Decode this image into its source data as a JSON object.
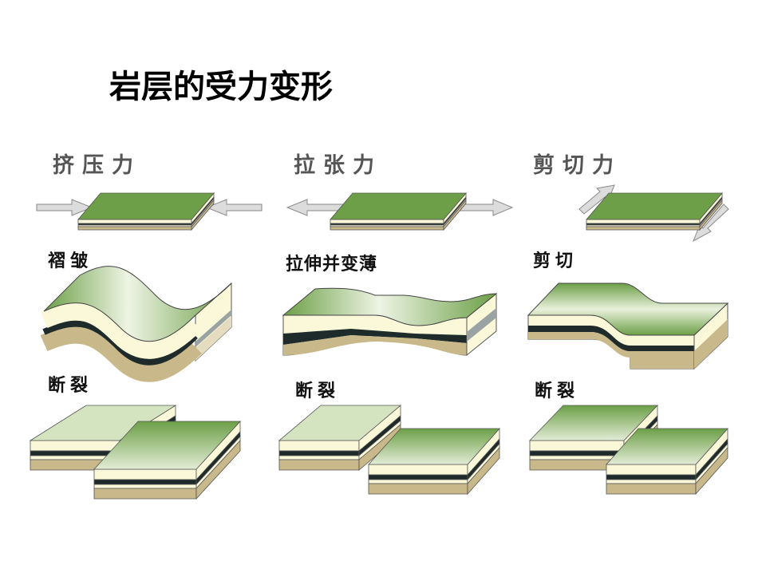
{
  "title": "岩层的受力变形",
  "colors": {
    "green": "#6c9f47",
    "light_green": "#d4e3c0",
    "cream": "#fbf8d9",
    "dark": "#1e2b2a",
    "tan": "#c8b88a",
    "arrow": "#d8d8d8"
  },
  "columns": [
    {
      "force": "挤压力",
      "deform_label": "褶皱",
      "fault_label": "断裂"
    },
    {
      "force": "拉张力",
      "deform_label": "拉伸并变薄",
      "fault_label": "断裂"
    },
    {
      "force": "剪切力",
      "deform_label": "剪切",
      "fault_label": "断裂"
    }
  ]
}
